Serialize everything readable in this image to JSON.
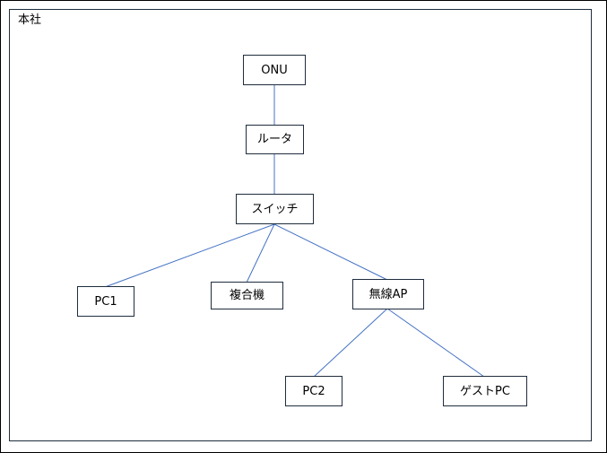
{
  "frame": {
    "label": "本社"
  },
  "nodes": {
    "onu": "ONU",
    "router": "ルータ",
    "switch": "スイッチ",
    "pc1": "PC1",
    "mfp": "複合機",
    "wap": "無線AP",
    "pc2": "PC2",
    "guest_pc": "ゲストPC"
  },
  "links": [
    [
      "onu",
      "router"
    ],
    [
      "router",
      "switch"
    ],
    [
      "switch",
      "pc1"
    ],
    [
      "switch",
      "mfp"
    ],
    [
      "switch",
      "wap"
    ],
    [
      "wap",
      "pc2"
    ],
    [
      "wap",
      "guest_pc"
    ]
  ],
  "colors": {
    "link": "#4472c4",
    "border": "#1f2d3d"
  }
}
